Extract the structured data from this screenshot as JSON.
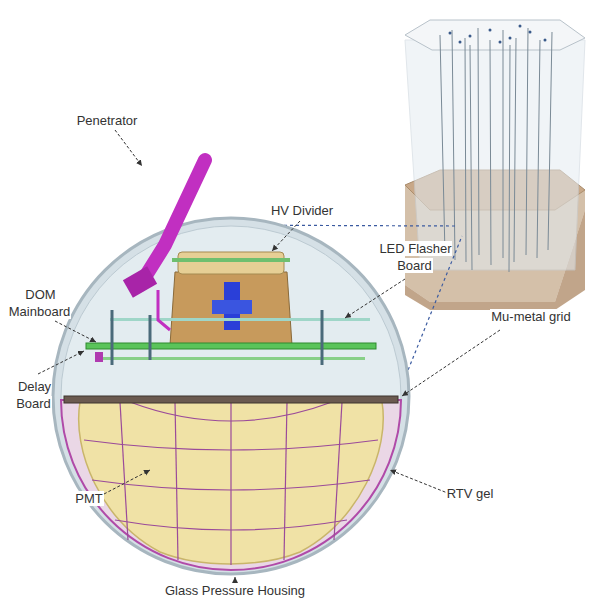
{
  "diagram": {
    "labels": [
      "Penetrator",
      "HV Divider",
      "LED Flasher Board",
      "DOM Mainboard",
      "Mu-metal grid",
      "Delay Board",
      "PMT",
      "RTV gel",
      "Glass Pressure Housing"
    ]
  }
}
